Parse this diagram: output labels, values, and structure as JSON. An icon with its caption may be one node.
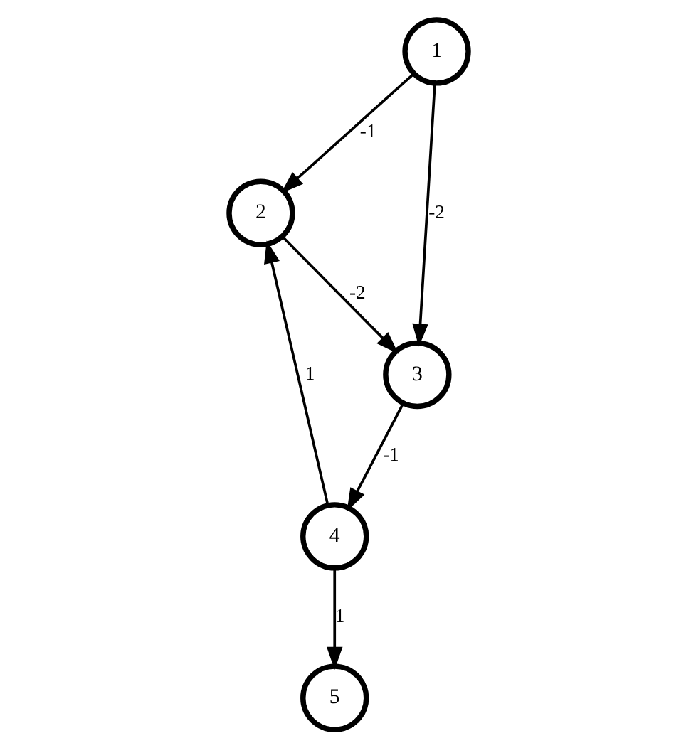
{
  "diagram": {
    "nodes": [
      {
        "text": [
          "1"
        ]
      },
      {
        "text": [
          "2"
        ]
      },
      {
        "text": [
          "3"
        ]
      },
      {
        "text": [
          "4"
        ]
      },
      {
        "text": [
          "5"
        ]
      }
    ],
    "edges": [
      {
        "from": 0,
        "to": 2,
        "arrow": "to",
        "label": "-2"
      },
      {
        "from": 0,
        "to": 1,
        "arrow": "to",
        "label": "-1"
      },
      {
        "from": 1,
        "to": 2,
        "arrow": "to",
        "label": "-2"
      },
      {
        "from": 2,
        "to": 3,
        "arrow": "to",
        "label": "-1"
      },
      {
        "from": 3,
        "to": 1,
        "arrow": "to",
        "label": "1"
      },
      {
        "from": 3,
        "to": 4,
        "arrow": "to",
        "label": "1"
      }
    ]
  }
}
